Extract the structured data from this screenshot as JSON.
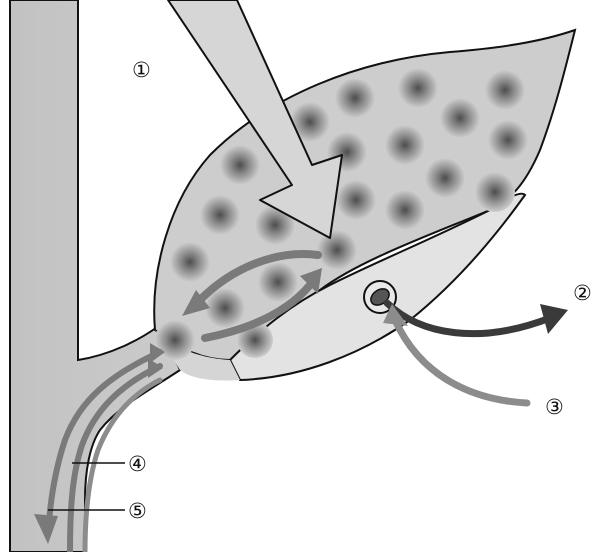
{
  "labels": {
    "one": "①",
    "two": "②",
    "three": "③",
    "four": "④",
    "five": "⑤"
  },
  "colors": {
    "stem": "#c7c7c7",
    "leaf_upper": "#cdcdcd",
    "leaf_lower": "#e1e1e1",
    "outline": "#111111",
    "chloroplast_outer": "#cfcfcf",
    "chloroplast_inner": "#555555",
    "light_arrow": "#d3d3d3",
    "internal_arrows": "#7a7a7a",
    "arrow_out": "#3a3a3a",
    "arrow_in": "#8c8c8c"
  },
  "icons": {
    "stoma": "stoma-icon",
    "chloroplast": "chloroplast-icon"
  }
}
